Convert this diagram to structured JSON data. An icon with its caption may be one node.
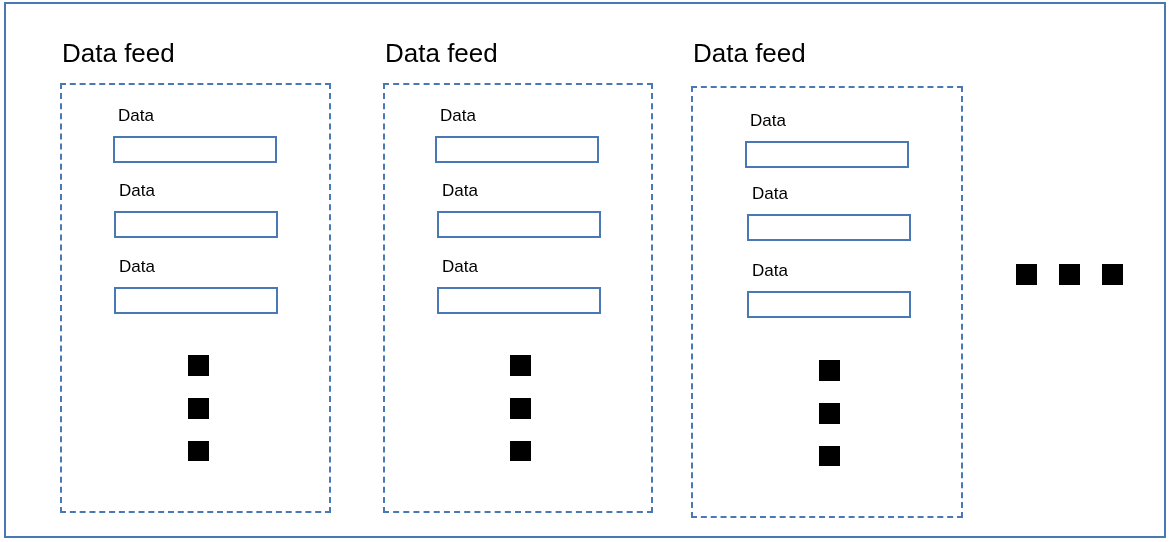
{
  "diagram": {
    "nodes": [
      {
        "text": [],
        "shape": "box"
      },
      {
        "text": [
          "Data feed"
        ],
        "in": 0
      },
      {
        "text": [
          "Data"
        ],
        "in": 1
      },
      {
        "text": [
          "Data"
        ],
        "in": 1
      },
      {
        "text": [
          "Data"
        ],
        "in": 1
      },
      {
        "text": [
          "Data feed"
        ],
        "in": 0
      },
      {
        "text": [
          "Data"
        ],
        "in": 5
      },
      {
        "text": [
          "Data"
        ],
        "in": 5
      },
      {
        "text": [
          "Data"
        ],
        "in": 5
      },
      {
        "text": [
          "Data feed"
        ],
        "in": 0
      },
      {
        "text": [
          "Data"
        ],
        "in": 9
      },
      {
        "text": [
          "Data"
        ],
        "in": 9
      },
      {
        "text": [
          "Data"
        ],
        "in": 9
      }
    ]
  }
}
